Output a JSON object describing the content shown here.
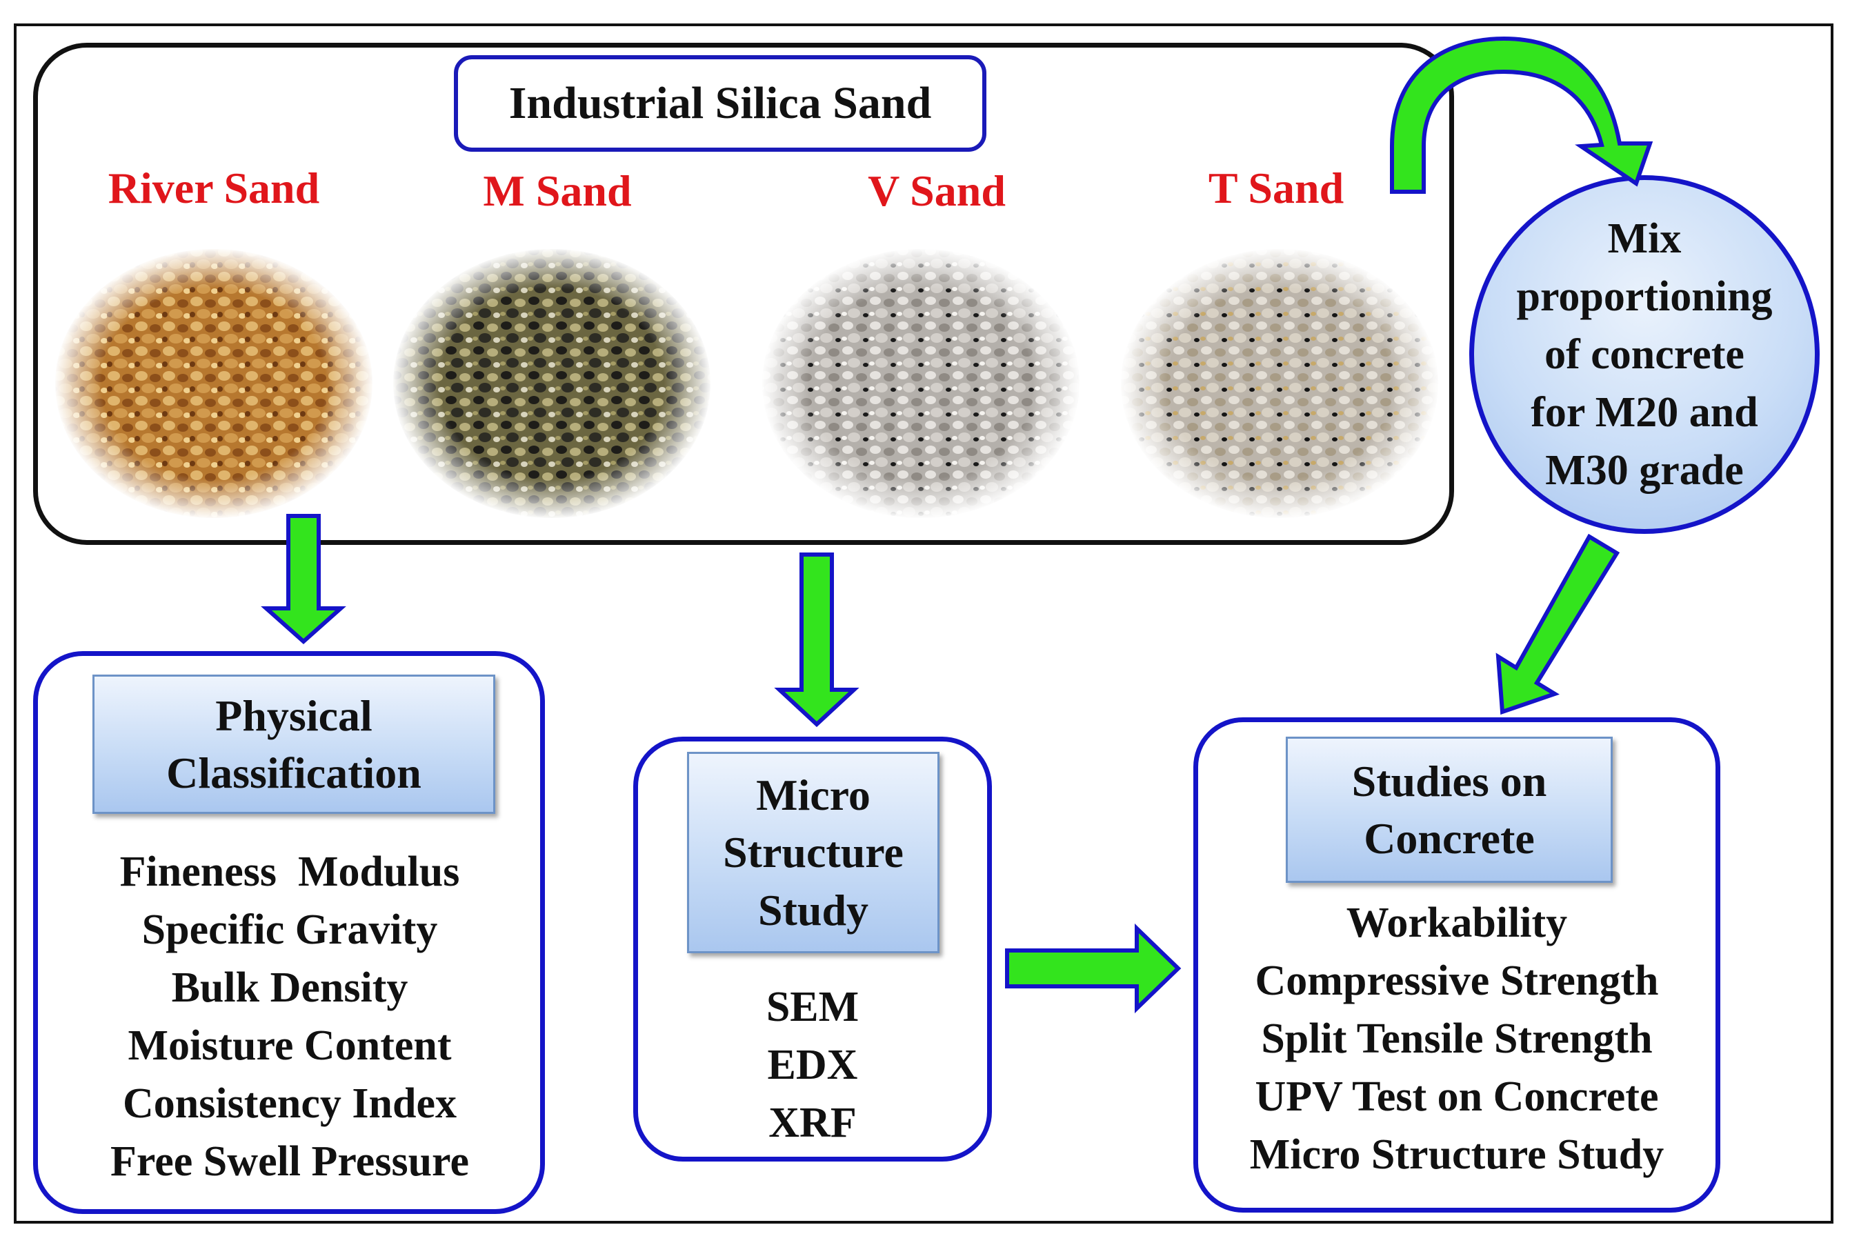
{
  "title": "Industrial Silica Sand",
  "sands": [
    {
      "label": "River Sand",
      "color": "#c98a3c"
    },
    {
      "label": "M Sand",
      "color": "#5f5a3a"
    },
    {
      "label": "V Sand",
      "color": "#c9c6c2"
    },
    {
      "label": "T Sand",
      "color": "#cfc8bd"
    }
  ],
  "mix": {
    "lines": [
      "Mix",
      "proportioning",
      "of concrete",
      "for M20 and",
      "M30 grade"
    ]
  },
  "physical": {
    "header": [
      "Physical",
      "Classification"
    ],
    "items": [
      "Fineness  Modulus",
      "Specific Gravity",
      "Bulk Density",
      "Moisture Content",
      "Consistency Index",
      "Free Swell Pressure"
    ]
  },
  "micro": {
    "header": [
      "Micro",
      "Structure",
      "Study"
    ],
    "items": [
      "SEM",
      "EDX",
      "XRF"
    ]
  },
  "concrete": {
    "header": [
      "Studies on",
      "Concrete"
    ],
    "items": [
      "Workability",
      "Compressive Strength",
      "Split Tensile Strength",
      "UPV Test on Concrete",
      "Micro Structure Study"
    ]
  },
  "colors": {
    "border_blue": "#1414c8",
    "arrow_green": "#33e41d",
    "sand_label_red": "#e0161b"
  }
}
